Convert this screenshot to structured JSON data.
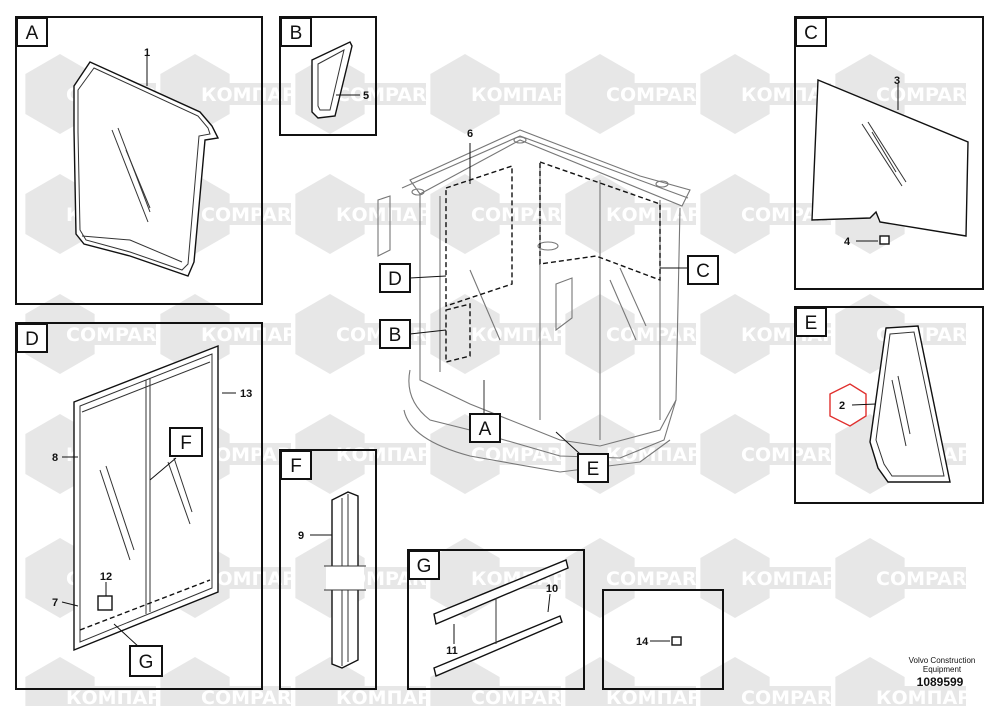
{
  "watermark": {
    "text_latin": "COMPART",
    "text_cyrillic": "КОМПАРТ"
  },
  "panels": [
    {
      "id": "A",
      "label": "A"
    },
    {
      "id": "B",
      "label": "B"
    },
    {
      "id": "C",
      "label": "C"
    },
    {
      "id": "D",
      "label": "D"
    },
    {
      "id": "E",
      "label": "E"
    },
    {
      "id": "F",
      "label": "F"
    },
    {
      "id": "G",
      "label": "G"
    }
  ],
  "cab_callouts": {
    "D": "D",
    "B": "B",
    "A": "A",
    "C": "C",
    "E": "E"
  },
  "detail_callouts": {
    "F": "F",
    "G": "G"
  },
  "part_numbers": {
    "p1": "1",
    "p2": "2",
    "p3": "3",
    "p4": "4",
    "p5": "5",
    "p6": "6",
    "p7": "7",
    "p8": "8",
    "p9": "9",
    "p10": "10",
    "p11": "11",
    "p12": "12",
    "p13": "13",
    "p14": "14"
  },
  "footer": {
    "brand_line1": "Volvo Construction",
    "brand_line2": "Equipment",
    "drawing_number": "1089599"
  },
  "colors": {
    "highlight": "#e0302e",
    "watermark": "#e7e7e7",
    "ink": "#111111"
  }
}
